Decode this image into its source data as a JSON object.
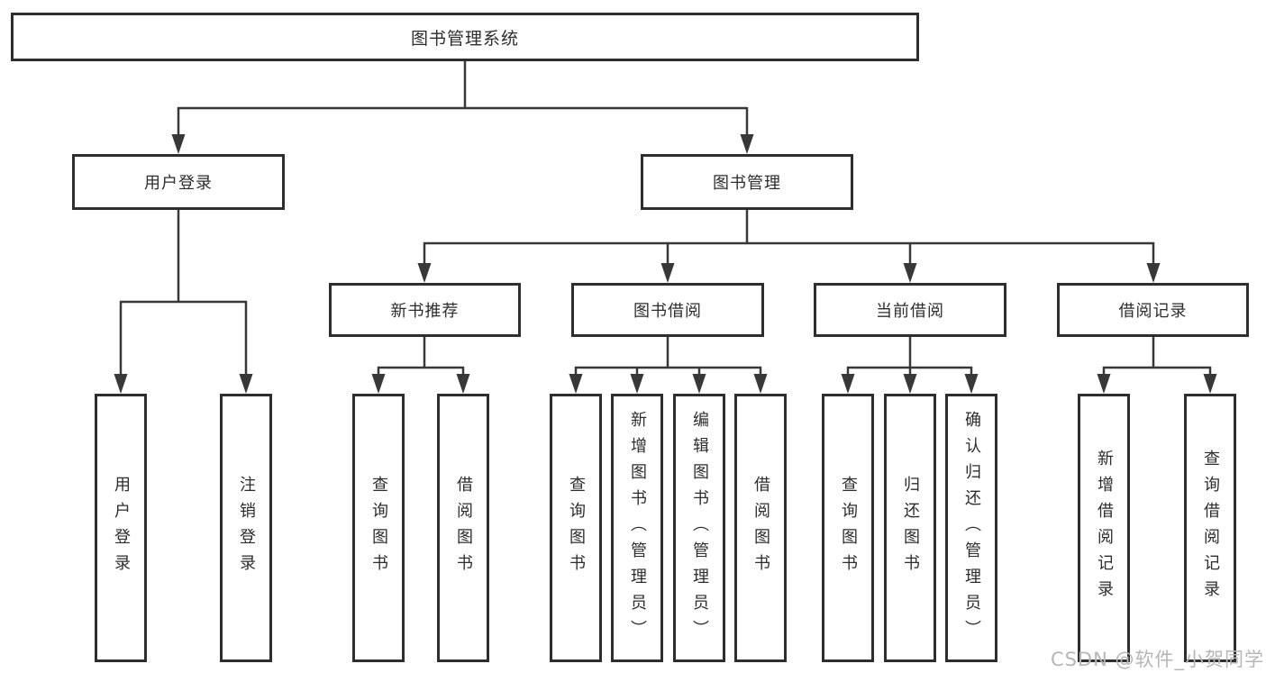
{
  "tree": {
    "root": "图书管理系统",
    "branches": [
      {
        "label": "用户登录",
        "children": [
          "用户登录",
          "注销登录"
        ]
      },
      {
        "label": "图书管理",
        "groups": [
          {
            "label": "新书推荐",
            "children": [
              "查询图书",
              "借阅图书"
            ]
          },
          {
            "label": "图书借阅",
            "children": [
              "查询图书",
              "新增图书（管理员）",
              "编辑图书（管理员）",
              "借阅图书"
            ]
          },
          {
            "label": "当前借阅",
            "children": [
              "查询图书",
              "归还图书",
              "确认归还（管理员）"
            ]
          },
          {
            "label": "借阅记录",
            "children": [
              "新增借阅记录",
              "查询借阅记录"
            ]
          }
        ]
      }
    ]
  },
  "watermark": "CSDN @软件_小贺同学",
  "colors": {
    "line": "#383838",
    "box_border": "#2e2e2e",
    "text": "#2d2d2d",
    "watermark": "#b6b6b6",
    "background": "#ffffff"
  }
}
